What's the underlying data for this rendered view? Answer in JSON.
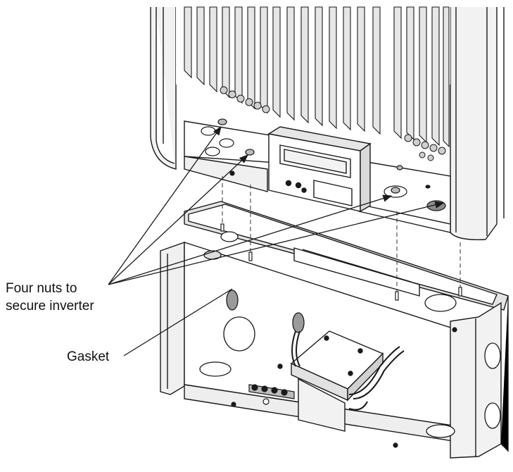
{
  "labels": {
    "four_nuts_line1": "Four nuts to",
    "four_nuts_line2": "secure inverter",
    "gasket": "Gasket"
  },
  "colors": {
    "line": "#1a1a1a",
    "fill_light": "#f4f4f4",
    "fill_mid": "#d9d9d9",
    "fill_dark": "#8c8c8c",
    "background": "#ffffff"
  }
}
